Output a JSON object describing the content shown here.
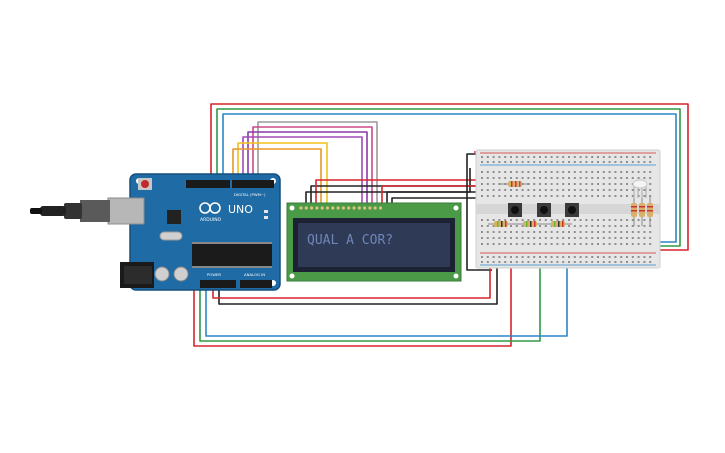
{
  "arduino": {
    "board_name": "UNO",
    "brand": "ARDUINO",
    "digital_label": "DIGITAL (PWM~)",
    "power_label": "POWER",
    "analog_label": "ANALOG IN"
  },
  "lcd": {
    "text": "QUAL A COR?"
  },
  "colors": {
    "board_blue": "#1f6ba5",
    "lcd_pcb": "#4a9a48",
    "lcd_screen": "#2f3a56",
    "lcd_text": "#6e86b8",
    "breadboard": "#e6e6e6",
    "wire_red": "#d6242a",
    "wire_green": "#2e9a46",
    "wire_blue": "#2a86c6",
    "wire_black": "#222222",
    "wire_yellow": "#f2c21a",
    "wire_orange": "#e8962a",
    "wire_purple": "#8a3aa8",
    "wire_pink": "#c84a8a",
    "wire_gray": "#9a9a9a"
  },
  "icons": [
    "usb-connector-icon",
    "power-jack-icon",
    "reset-button-icon",
    "push-button-icon",
    "resistor-icon",
    "rgb-led-icon"
  ]
}
